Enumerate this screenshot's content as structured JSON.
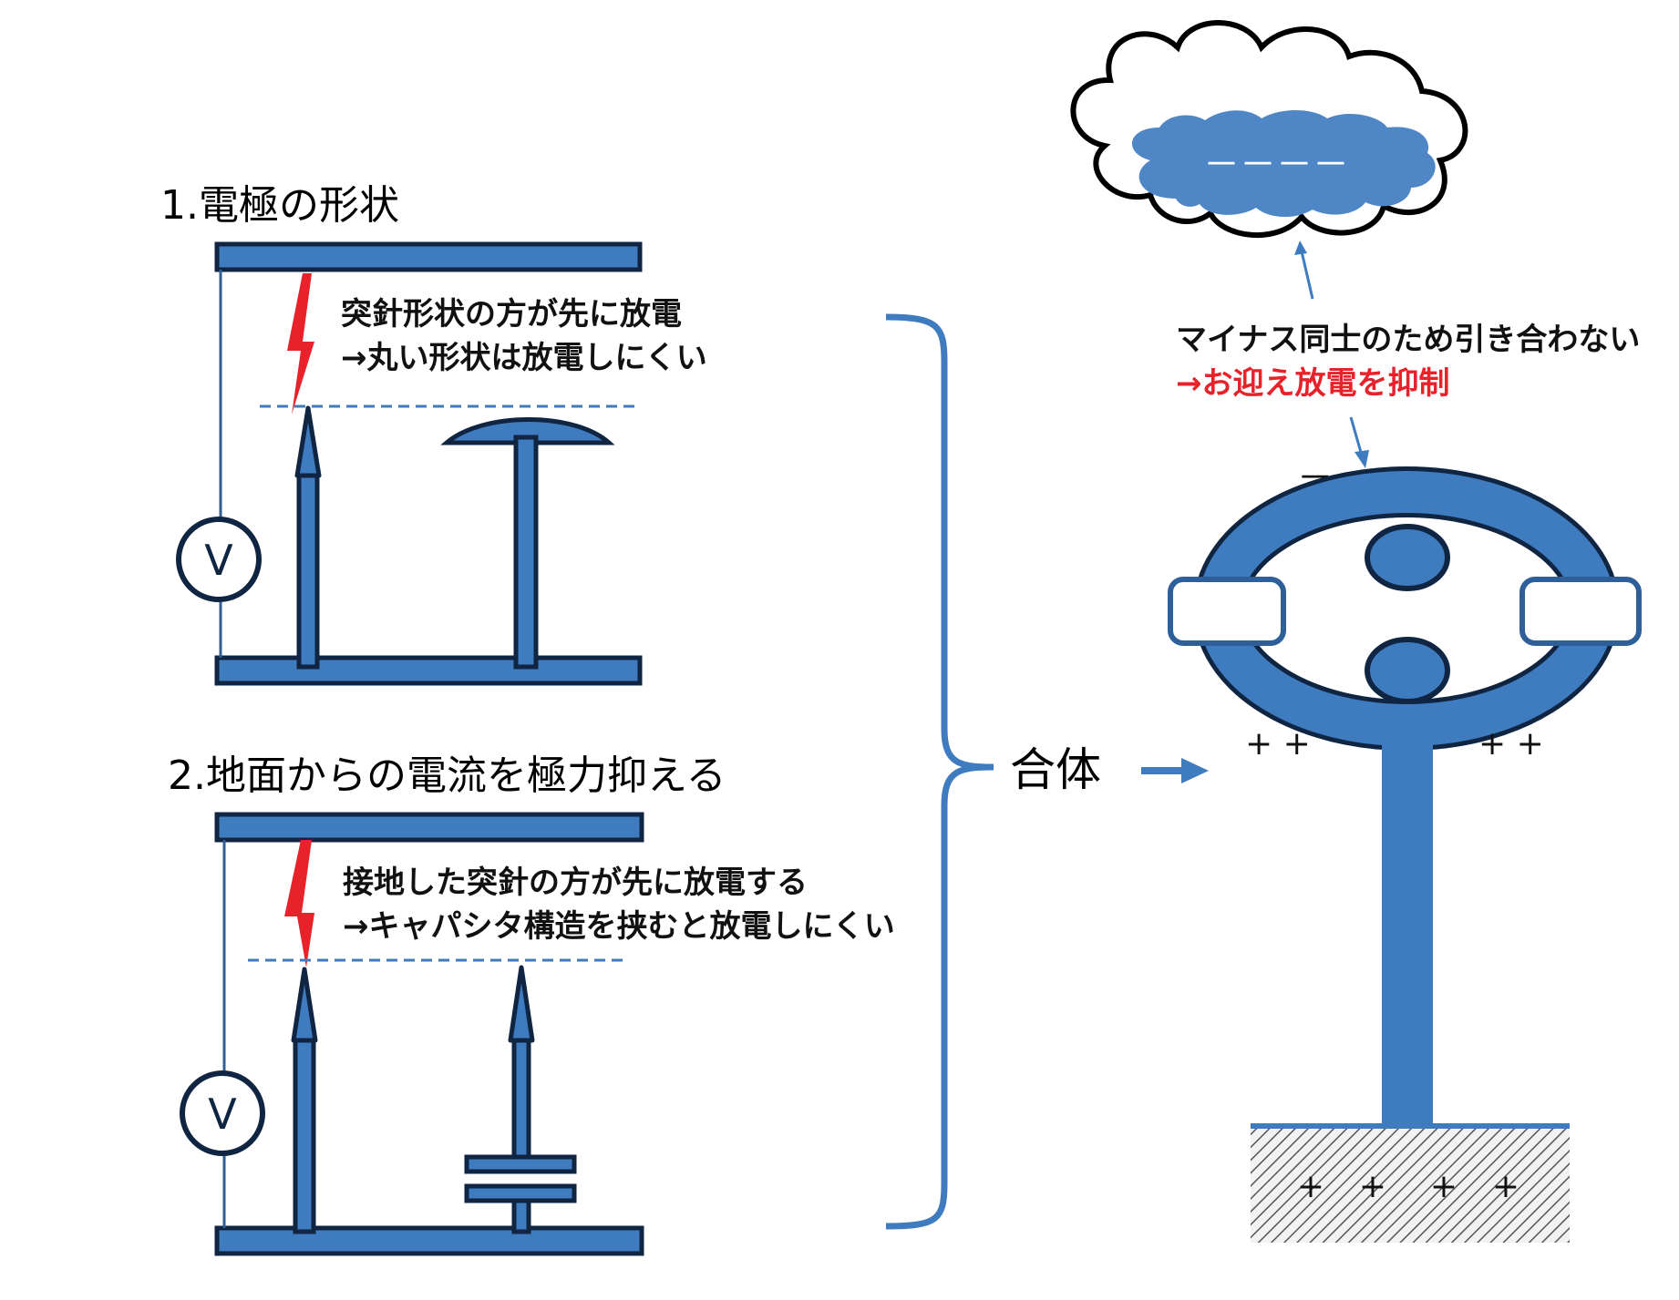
{
  "section1": {
    "title": "1.電極の形状",
    "note_line1": "突針形状の方が先に放電",
    "note_line2": "→丸い形状は放電しにくい",
    "meter_label": "V"
  },
  "section2": {
    "title": "2.地面からの電流を極力抑える",
    "note_line1": "接地した突針の方が先に放電する",
    "note_line2": "→キャパシタ構造を挟むと放電しにくい",
    "meter_label": "V"
  },
  "combine_label": "合体",
  "right": {
    "cloud_charge": "－－－－",
    "explanation_line1": "マイナス同士のため引き合わない",
    "explanation_line2": "→お迎え放電を抑制",
    "top_charges": "－ － － －",
    "ring_charges_left": "+ +",
    "ring_charges_right": "+ +",
    "ground_charges": [
      "+",
      "+",
      "+",
      "+"
    ]
  },
  "colors": {
    "electrode_blue": "#3f7bbf",
    "outline_navy": "#0f2542",
    "spark_red": "#e8222a",
    "highlight_red": "#e8222a",
    "cloud_fill": "#4f86c6"
  }
}
